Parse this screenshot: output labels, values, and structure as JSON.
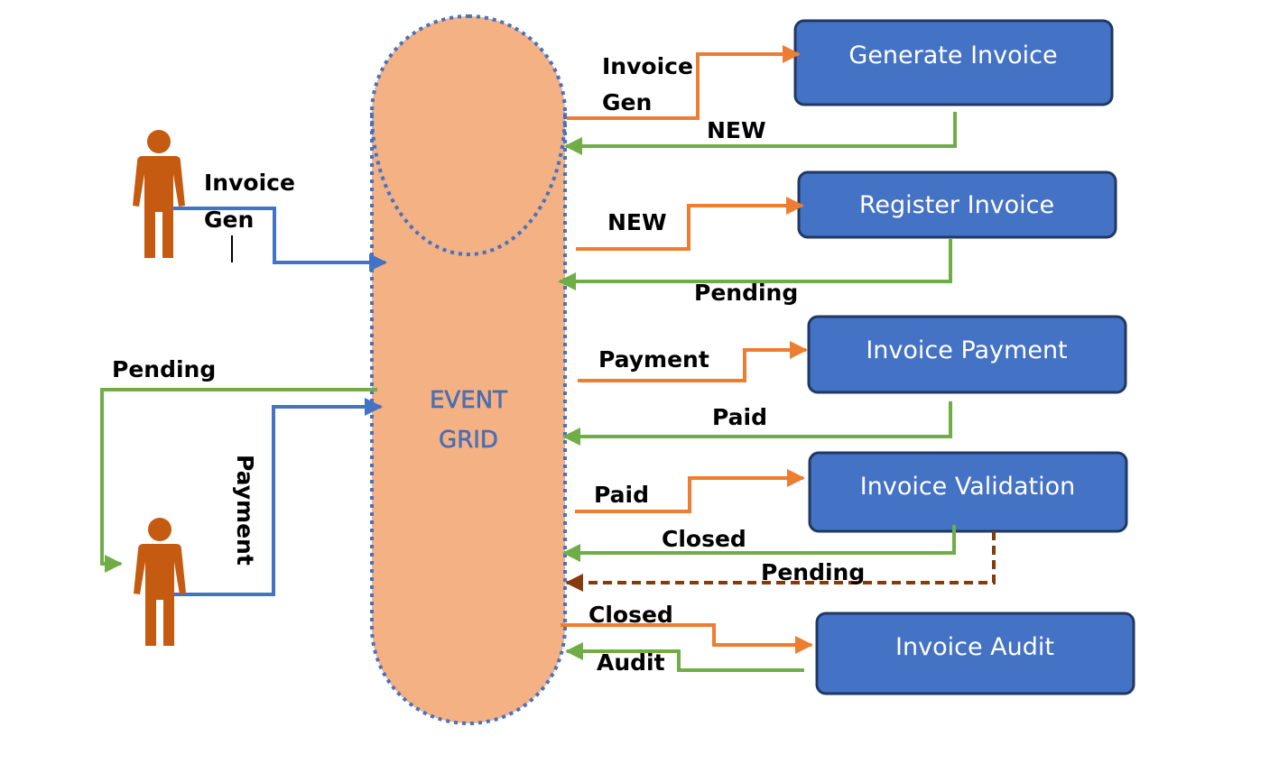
{
  "colors": {
    "event_grid_fill": "#f4b183",
    "event_grid_border": "#4472c4",
    "service_fill": "#4472c4",
    "service_border": "#1f3864",
    "request_arrow": "#ed7d31",
    "response_arrow": "#70ad47",
    "user_arrow": "#4472c4",
    "pending_dashed_arrow": "#843c0c",
    "person": "#c55a11"
  },
  "event_grid": {
    "line1": "EVENT",
    "line2": "GRID"
  },
  "services": {
    "generate": "Generate Invoice",
    "register": "Register Invoice",
    "payment": "Invoice Payment",
    "validation": "Invoice Validation",
    "audit": "Invoice Audit"
  },
  "labels": {
    "invoice_gen_top_1": "Invoice",
    "invoice_gen_top_2": "Gen",
    "new_response": "NEW",
    "new_request": "NEW",
    "pending_response": "Pending",
    "payment_request": "Payment",
    "paid_response": "Paid",
    "paid_request": "Paid",
    "closed_response": "Closed",
    "pending_dashed": "Pending",
    "closed_request": "Closed",
    "audit_response": "Audit",
    "user_invoice_gen_1": "Invoice",
    "user_invoice_gen_2": "Gen",
    "user_pending": "Pending",
    "user_payment": "Payment"
  },
  "icons": {
    "person_top": "person-icon",
    "person_bottom": "person-icon"
  }
}
